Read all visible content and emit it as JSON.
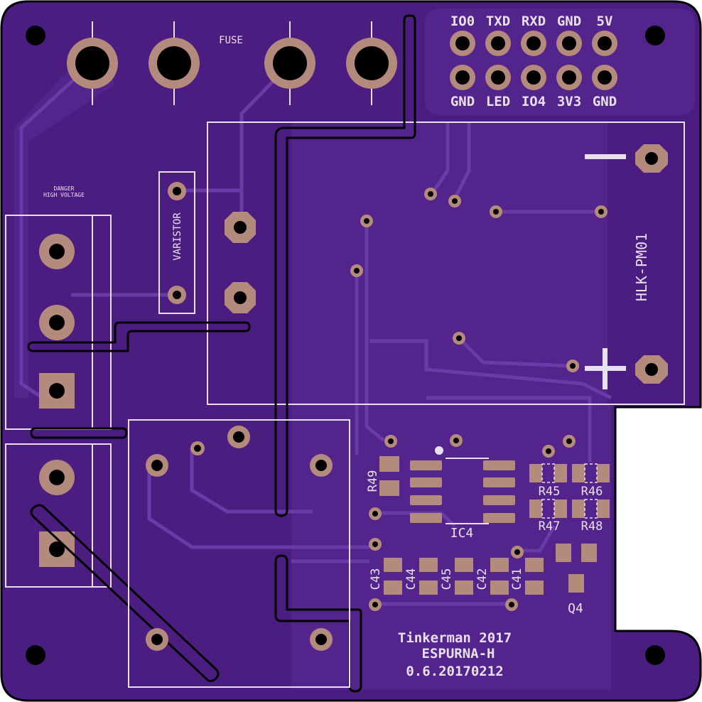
{
  "colors": {
    "board": "#4c1d80",
    "copper": "#5a2a94",
    "pad": "#b38a7c",
    "silk": "#e8e0f0",
    "outline": "#000000",
    "hole": "#000000"
  },
  "labels": {
    "fuse": "FUSE",
    "danger_line1": "DANGER",
    "danger_line2": "HIGH VOLTAGE",
    "varistor": "VARISTOR",
    "module": "HLK-PM01",
    "minus": "—",
    "plus": "+",
    "ic": "IC4",
    "q": "Q4"
  },
  "header": {
    "top": [
      "IO0",
      "TXD",
      "RXD",
      "GND",
      "5V"
    ],
    "bottom": [
      "GND",
      "LED",
      "IO4",
      "3V3",
      "GND"
    ]
  },
  "resistors": [
    "R49",
    "R45",
    "R46",
    "R47",
    "R48"
  ],
  "capacitors": [
    "C43",
    "C44",
    "C45",
    "C42",
    "C41"
  ],
  "credits": {
    "line1": "Tinkerman 2017",
    "line2": "ESPURNA-H",
    "line3": "0.6.20170212"
  }
}
